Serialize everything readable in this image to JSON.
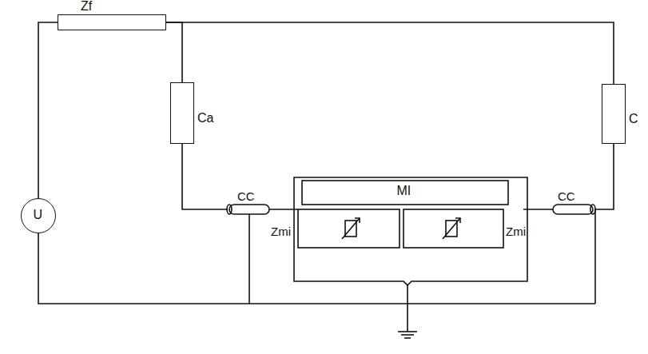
{
  "diagram": {
    "nodes": [
      {
        "text": [
          "U"
        ]
      },
      {
        "text": [
          "Zf"
        ]
      },
      {
        "text": [
          "Ca"
        ]
      },
      {
        "text": [
          "C"
        ]
      },
      {
        "text": [
          "MI"
        ]
      }
    ],
    "edges": [
      {
        "from": 0,
        "to": 1,
        "arrow": "none"
      },
      {
        "from": 1,
        "to": 2,
        "arrow": "none"
      },
      {
        "from": 1,
        "to": 3,
        "arrow": "none"
      }
    ],
    "labels": [
      "CC",
      "CC",
      "Zmi",
      "Zmi"
    ]
  }
}
